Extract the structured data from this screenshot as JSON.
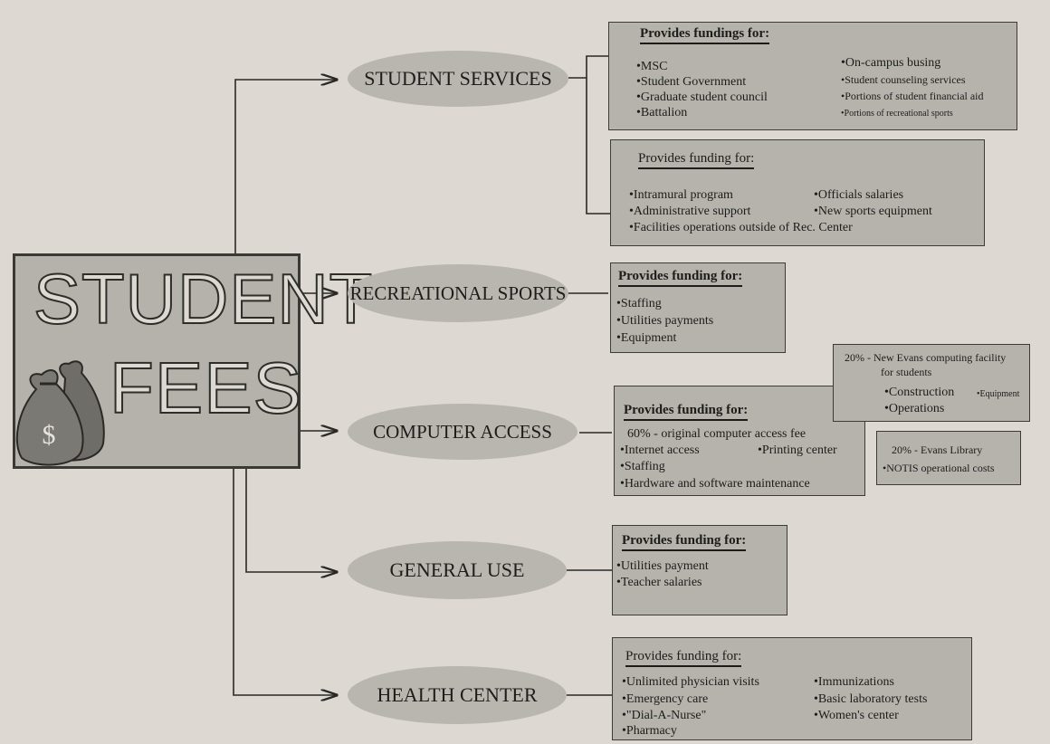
{
  "fee_box": {
    "line1": "STUDENT",
    "line2": "FEES",
    "bag_symbol": "$"
  },
  "branches": [
    {
      "label": "STUDENT SERVICES"
    },
    {
      "label": "RECREATIONAL SPORTS"
    },
    {
      "label": "COMPUTER ACCESS"
    },
    {
      "label": "GENERAL USE"
    },
    {
      "label": "HEALTH CENTER"
    }
  ],
  "boxes": {
    "student_services": {
      "header": "Provides fundings for:",
      "left_items": [
        "MSC",
        "Student Government",
        "Graduate student council",
        "Battalion"
      ],
      "right_items": [
        "On-campus busing",
        "Student counseling services",
        "Portions of student financial aid",
        "Portions of recreational sports"
      ]
    },
    "student_services_rec": {
      "header": "Provides funding for:",
      "items": [
        "Intramural program",
        "Officials salaries",
        "Administrative support",
        "New sports equipment",
        "Facilities operations outside of Rec. Center"
      ]
    },
    "recreational_sports": {
      "header": "Provides funding for:",
      "items": [
        "Staffing",
        "Utilities payments",
        "Equipment"
      ]
    },
    "computer_access": {
      "header": "Provides funding for:",
      "pct_line": "60% - original computer access fee",
      "items": [
        "Internet access",
        "Printing center",
        "Staffing",
        "Hardware and software maintenance"
      ]
    },
    "evans_computing": {
      "title_line1": "20% - New Evans computing facility",
      "title_line2": "for students",
      "items": [
        "Construction",
        "Equipment",
        "Operations"
      ]
    },
    "evans_library": {
      "title": "20% - Evans Library",
      "items": [
        "NOTIS operational costs"
      ]
    },
    "general_use": {
      "header": "Provides funding for:",
      "items": [
        "Utilities payment",
        "Teacher salaries"
      ]
    },
    "health_center": {
      "header": "Provides funding for:",
      "items": [
        "Unlimited physician visits",
        "Immunizations",
        "Emergency care",
        "Basic laboratory tests",
        "\"Dial-A-Nurse\"",
        "Women's center",
        "Pharmacy"
      ]
    }
  },
  "bullet": "•",
  "colors": {
    "paper": "#ddd9d2",
    "box_fill": "#b6b3ad",
    "ink": "#1d1c1a"
  }
}
